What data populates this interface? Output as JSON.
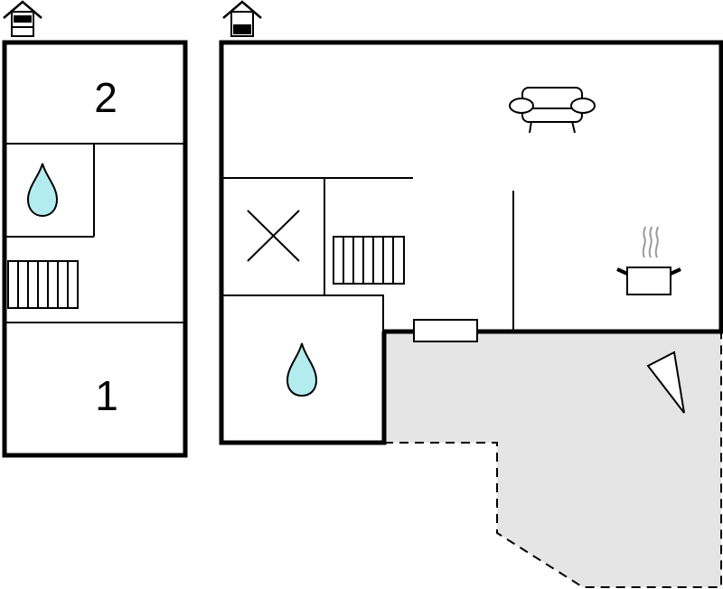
{
  "floor_plan": {
    "upper_floor": {
      "floor_icon": "house-upper-floor-icon",
      "room_numbers": [
        "2",
        "1"
      ],
      "icons": [
        "water-drop-icon",
        "radiator-icon"
      ]
    },
    "ground_floor": {
      "floor_icon": "house-ground-floor-icon",
      "icons": [
        "sofa-icon",
        "cooking-pot-icon",
        "radiator-icon",
        "water-drop-icon",
        "x-mark-icon",
        "window-icon",
        "compass-north-icon"
      ],
      "terrace": "terrace-area"
    }
  },
  "colors": {
    "wall": "#000000",
    "water": "#b3ecee",
    "terrace": "#e5e5e5",
    "steam": "#9a9a9a"
  }
}
